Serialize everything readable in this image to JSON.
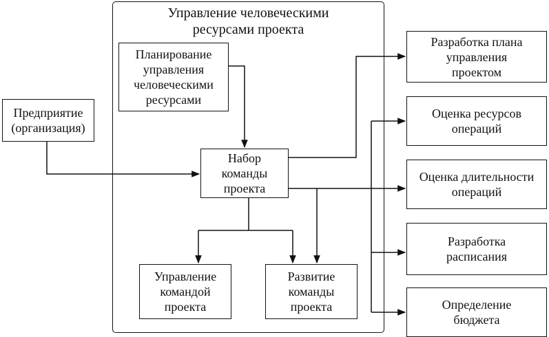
{
  "container": {
    "title": "Управление человеческими\nресурсами проекта"
  },
  "boxes": {
    "enterprise": "Предприятие\n(организация)",
    "planning": "Планирование\nуправления\nчеловеческими\nресурсами",
    "acquire": "Набор\nкоманды\nпроекта",
    "manage": "Управление\nкомандой\nпроекта",
    "develop": "Развитие\nкоманды\nпроекта",
    "plan_dev": "Разработка плана\nуправления\nпроектом",
    "resource_est": "Оценка ресурсов\nопераций",
    "duration_est": "Оценка длительности\nопераций",
    "schedule": "Разработка\nрасписания",
    "budget": "Определение\nбюджета"
  }
}
